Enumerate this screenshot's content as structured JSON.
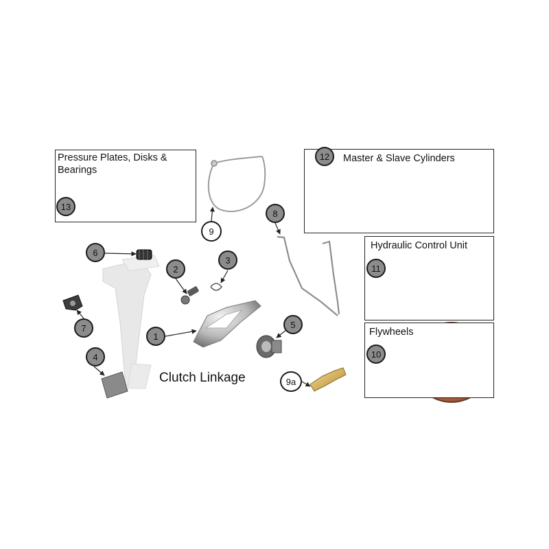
{
  "diagram_title": "Clutch Linkage",
  "panels": {
    "pressure_plates": {
      "title": "Pressure Plates, Disks & Bearings",
      "line1": "Pressure Plates, Disks &",
      "line2": "Bearings",
      "callout": "13"
    },
    "master_slave": {
      "title": "Master & Slave Cylinders",
      "callout": "12"
    },
    "hydraulic_control": {
      "title": "Hydraulic Control Unit",
      "callout": "11"
    },
    "flywheels": {
      "title": "Flywheels",
      "callout": "10"
    }
  },
  "callouts": {
    "c1": "1",
    "c2": "2",
    "c3": "3",
    "c4": "4",
    "c5": "5",
    "c6": "6",
    "c7": "7",
    "c8": "8",
    "c9": "9",
    "c9a": "9a"
  }
}
